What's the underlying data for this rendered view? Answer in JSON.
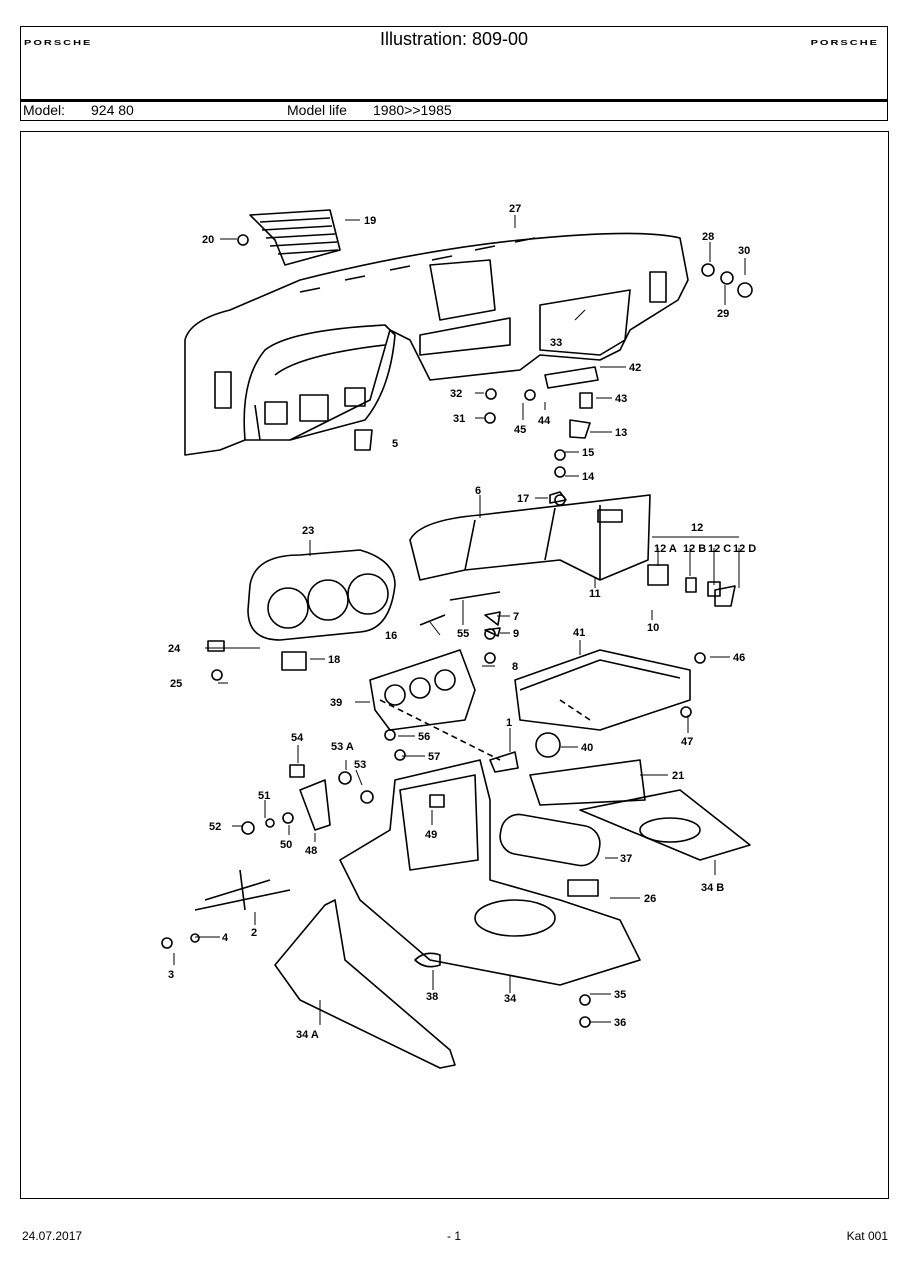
{
  "header": {
    "logo_left": "PORSCHE",
    "logo_right": "PORSCHE",
    "title": "Illustration: 809-00",
    "model_label": "Model:",
    "model_value": "924 80",
    "model_life_label": "Model life",
    "model_life_value": "1980>>1985"
  },
  "callouts": {
    "c1": "1",
    "c2": "2",
    "c3": "3",
    "c4": "4",
    "c4b": "4",
    "c5": "5",
    "c6": "6",
    "c7": "7",
    "c8": "8",
    "c9": "9",
    "c10": "10",
    "c11": "11",
    "c12": "12",
    "c12a": "12 A",
    "c12b": "12 B",
    "c12c": "12 C",
    "c12d": "12 D",
    "c13": "13",
    "c14": "14",
    "c15": "15",
    "c16": "16",
    "c17": "17",
    "c18": "18",
    "c19": "19",
    "c20": "20",
    "c21": "21",
    "c23": "23",
    "c24": "24",
    "c25": "25",
    "c26": "26",
    "c27": "27",
    "c28": "28",
    "c29": "29",
    "c30": "30",
    "c31": "31",
    "c32": "32",
    "c33": "33",
    "c34": "34",
    "c34a": "34 A",
    "c34b": "34 B",
    "c35": "35",
    "c36": "36",
    "c37": "37",
    "c38": "38",
    "c39": "39",
    "c40": "40",
    "c41": "41",
    "c42": "42",
    "c43": "43",
    "c44": "44",
    "c45": "45",
    "c46": "46",
    "c47": "47",
    "c48": "48",
    "c49": "49",
    "c50": "50",
    "c51": "51",
    "c52": "52",
    "c53": "53",
    "c53a": "53 A",
    "c54": "54",
    "c55": "55",
    "c56": "56",
    "c57": "57"
  },
  "footer": {
    "date": "24.07.2017",
    "page": "- 1",
    "catalog": "Kat 001"
  }
}
